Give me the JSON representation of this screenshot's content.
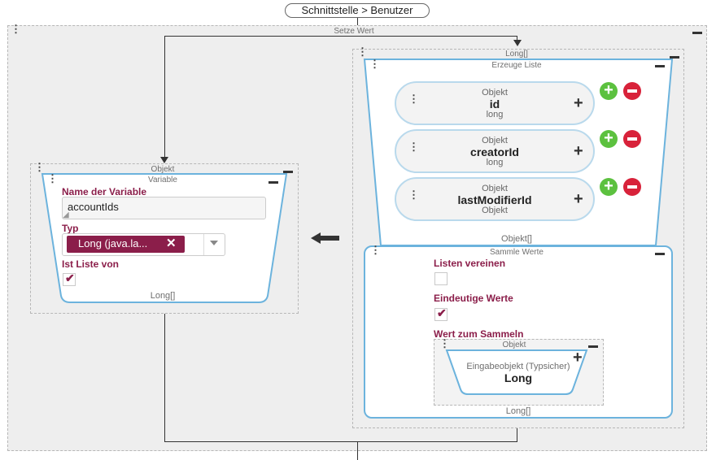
{
  "breadcrumb": "Schnittstelle > Benutzer",
  "outer": {
    "label": "Setze Wert"
  },
  "left": {
    "container_label": "Objekt",
    "panel_label": "Variable",
    "name_label": "Name der Variable",
    "name_value": "accountIds",
    "type_label": "Typ",
    "type_value": "Long (java.la...",
    "list_label": "Ist Liste von",
    "footer": "Long[]"
  },
  "right": {
    "container_label": "Long[]",
    "create_list": {
      "label": "Erzeuge Liste",
      "items": [
        {
          "kind": "Objekt",
          "name": "id",
          "type": "long"
        },
        {
          "kind": "Objekt",
          "name": "creatorId",
          "type": "long"
        },
        {
          "kind": "Objekt",
          "name": "lastModifierId",
          "type": "Objekt"
        }
      ],
      "footer": "Objekt[]"
    },
    "collect": {
      "label": "Sammle Werte",
      "merge_label": "Listen vereinen",
      "unique_label": "Eindeutige Werte",
      "value_label": "Wert zum Sammeln",
      "inner_container": "Objekt",
      "input_label": "Eingabeobjekt (Typsicher)",
      "input_type": "Long",
      "footer": "Long[]"
    }
  },
  "colors": {
    "accent": "#8b1e4a",
    "border": "#6cb3dd",
    "add": "#5cc13f",
    "remove": "#d8223a"
  }
}
